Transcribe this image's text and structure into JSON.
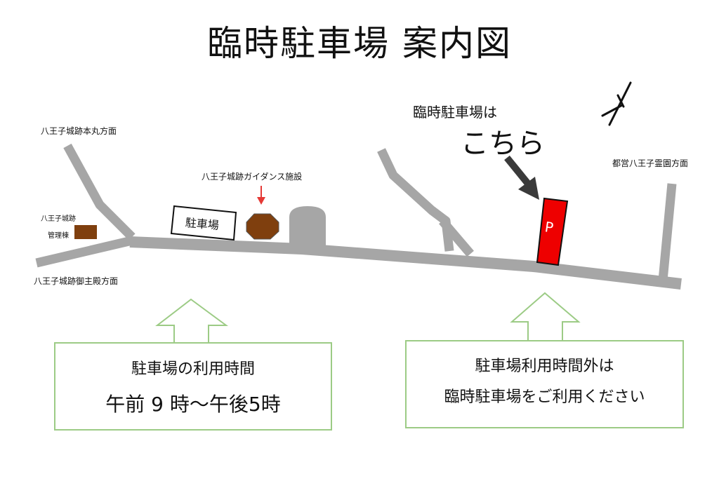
{
  "title": "臨時駐車場 案内図",
  "labels": {
    "to_honmaru": "八王子城跡本丸方面",
    "to_goshuden": "八王子城跡御主殿方面",
    "to_cemetery": "都営八王子霊園方面",
    "castle_site": "八王子城跡",
    "management_building": "管理棟",
    "guidance_facility": "八王子城跡ガイダンス施設",
    "parking_lot": "駐車場",
    "temp_parking_note": "臨時駐車場は",
    "here": "こちら",
    "parking_sign": "P"
  },
  "info_left": {
    "heading": "駐車場の利用時間",
    "hours": "午前 9 時～午後5時"
  },
  "info_right": {
    "line1": "駐車場利用時間外は",
    "line2": "臨時駐車場をご利用ください"
  },
  "colors": {
    "road": "#a6a6a6",
    "building_brown": "#7f3f0e",
    "temp_parking_red": "#ee0000",
    "arrow_green": "#9ccb85",
    "pointer_dark": "#3a3a3a",
    "guidance_marker_red": "#e53935"
  }
}
